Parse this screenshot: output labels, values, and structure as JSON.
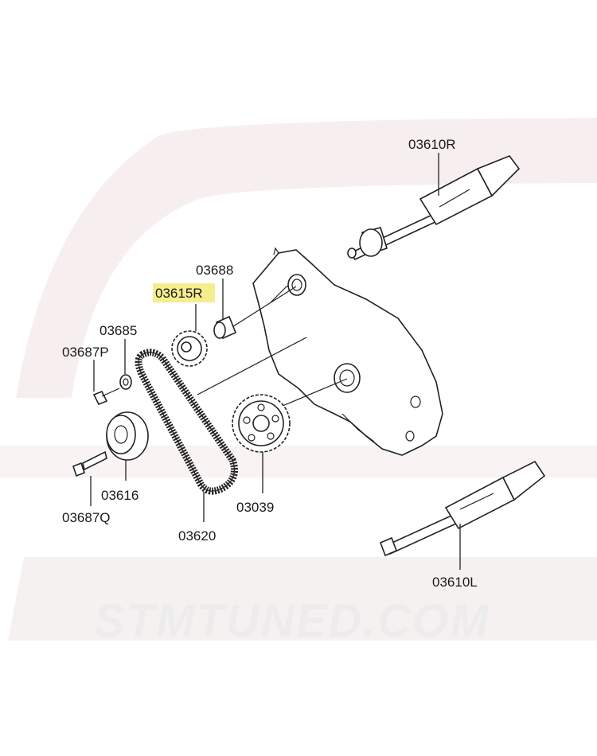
{
  "diagram": {
    "watermark": "STMTUNED.COM",
    "highlight_color": "#f6ed8e",
    "labels": {
      "shaft_right": "03610R",
      "collar": "03688",
      "sprocket_small": "03615R",
      "washer": "03685",
      "bolt_top": "03687P",
      "tensioner": "03616",
      "bolt_bottom": "03687Q",
      "belt": "03620",
      "sprocket_large": "03039",
      "shaft_left": "03610L"
    }
  }
}
